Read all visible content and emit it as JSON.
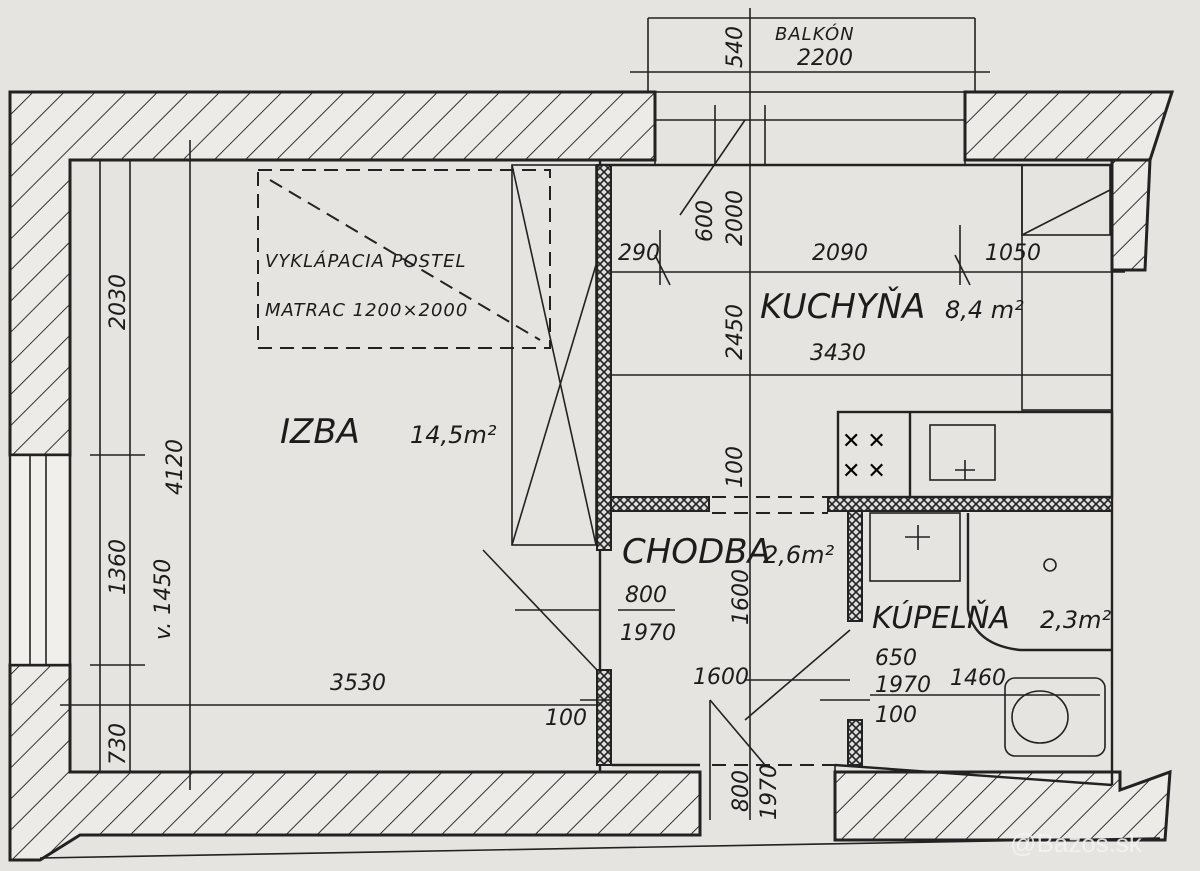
{
  "rooms": {
    "izba": {
      "name": "IZBA",
      "area": "14,5m²"
    },
    "kuchyna": {
      "name": "KUCHYŇA",
      "area": "8,4 m²"
    },
    "chodba": {
      "name": "CHODBA",
      "area": "2,6m²"
    },
    "kupelna": {
      "name": "KÚPELŇA",
      "area": "2,3m²"
    },
    "balkon": {
      "name": "BALKÓN",
      "width": "2200",
      "depth": "540"
    }
  },
  "furniture": {
    "bed_line1": "VYKLÁPACIA POSTEL",
    "bed_line2": "MATRAC 1200×2000"
  },
  "dimensions": {
    "izba_width": "3530",
    "izba_length": "4120",
    "izba_left_top": "2030",
    "izba_left_mid": "1360",
    "izba_left_bottom": "730",
    "izba_window": "v. 1450",
    "kitchen_290": "290",
    "kitchen_2090": "2090",
    "kitchen_1050": "1050",
    "kitchen_3430": "3430",
    "kitchen_2450": "2450",
    "balcony_door_w": "600",
    "balcony_door_h": "2000",
    "wall_100_top": "100",
    "chodba_door_w": "800",
    "chodba_door_h": "1970",
    "chodba_1600_v": "1600",
    "chodba_1600_h": "1600",
    "wall_100_left": "100",
    "bath_door_w": "650",
    "bath_door_h": "1970",
    "bath_1460": "1460",
    "wall_100_bath": "100",
    "entry_door_w": "800",
    "entry_door_h": "1970"
  },
  "watermark": "@Bazos.sk"
}
